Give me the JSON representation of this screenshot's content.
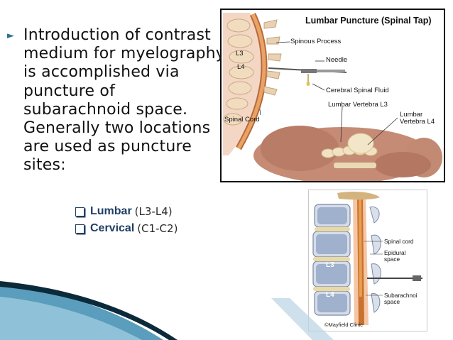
{
  "slide": {
    "bullet_text": "Introduction of contrast medium for myelography is accomplished via puncture of subarachnoid space. Generally two locations are used as puncture sites:",
    "sub_items": [
      {
        "term": "Lumbar",
        "value": "(L3-L4)"
      },
      {
        "term": "Cervical",
        "value": "(C1-C2)"
      }
    ]
  },
  "figure_top": {
    "title": "Lumbar Puncture (Spinal Tap)",
    "labels": {
      "l3": "L3",
      "l4": "L4",
      "spinous_process": "Spinous Process",
      "needle": "Needle",
      "csf": "Cerebral Spinal Fluid",
      "lumbar_l3": "Lumbar Vertebra L3",
      "lumbar_l4_a": "Lumbar",
      "lumbar_l4_b": "Vertebra L4",
      "spinal_cord": "Spinal Cord"
    }
  },
  "figure_bottom": {
    "labels": {
      "spinal_cord": "Spinal cord",
      "epidural_a": "Epidural",
      "epidural_b": "space",
      "subarachnoid_a": "Subarachnoi",
      "subarachnoid_b": "space",
      "l3": "L3",
      "l4": "L4"
    },
    "credit": "©Mayfield Clinic"
  },
  "colors": {
    "bullet": "#2f6f91",
    "sub_term": "#1f3f63",
    "corner_dark": "#0b2a3a",
    "corner_light": "#5a9dbc"
  }
}
